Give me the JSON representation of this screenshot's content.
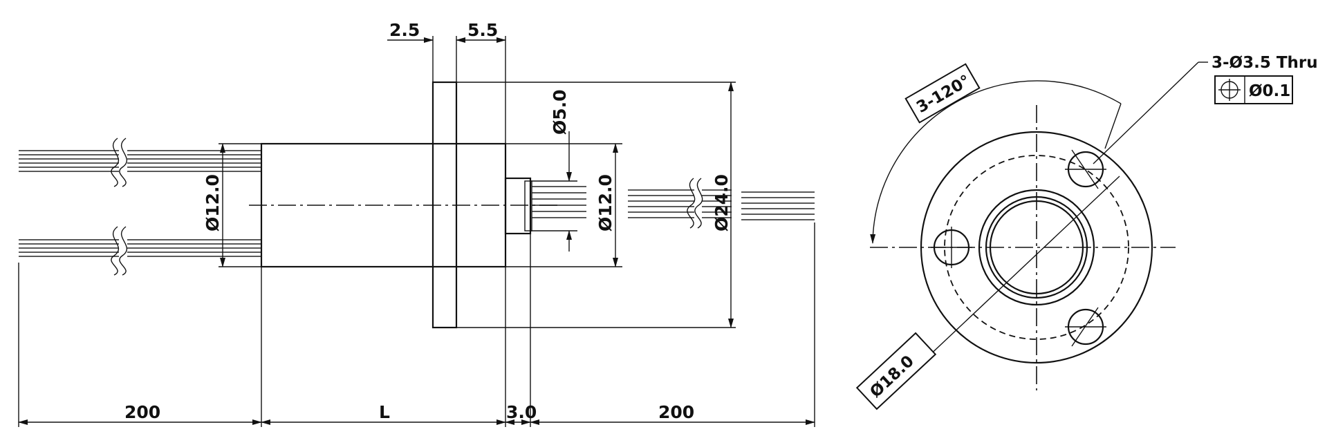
{
  "side_view": {
    "dim_flange_thk": "2.5",
    "dim_flange_step": "5.5",
    "dim_bore": "Ø5.0",
    "dim_body_left": "Ø12.0",
    "dim_body_right": "Ø12.0",
    "dim_flange_od": "Ø24.0",
    "dim_lead_left": "200",
    "dim_length": "L",
    "dim_rotor_ext": "3.0",
    "dim_lead_right": "200"
  },
  "front_view": {
    "hole_callout": "3-Ø3.5 Thru",
    "position_tolerance": "Ø0.1",
    "position_symbol": "position-tolerance-icon",
    "angle_label": "3-120°",
    "pcd_label": "Ø18.0"
  }
}
